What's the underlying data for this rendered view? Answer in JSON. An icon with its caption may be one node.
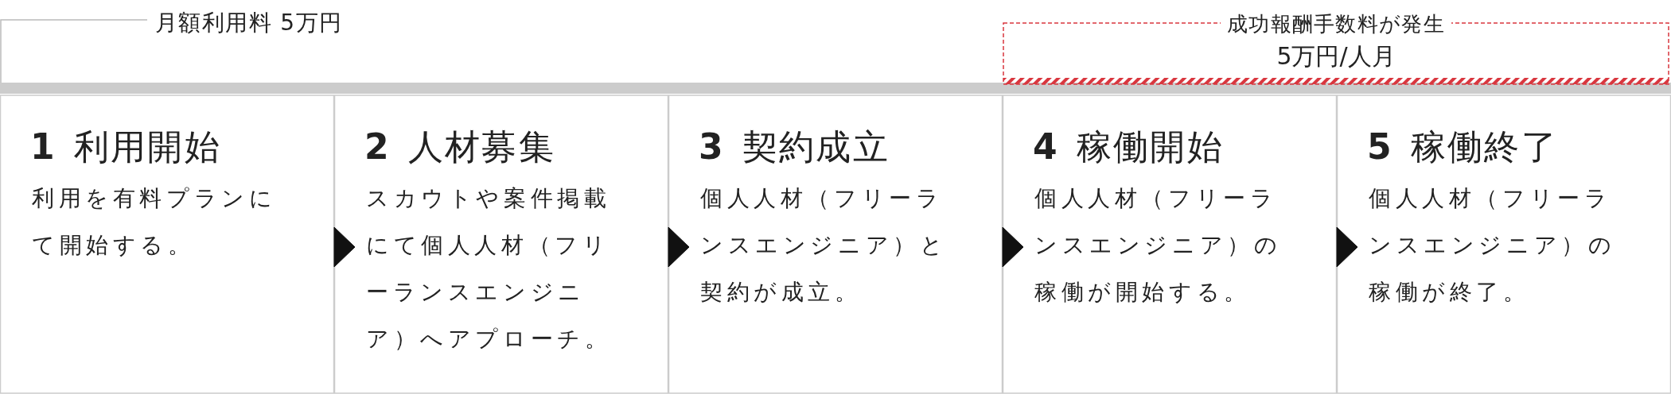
{
  "diagram": {
    "nodes": [
      {
        "text": [
          "**1** 利用開始",
          "利用を有料プランにて開始する。"
        ]
      },
      {
        "text": [
          "**2** 人材募集",
          "スカウトや案件掲載にて個人人材（フリーランスエンジニア）へアプローチ。"
        ]
      },
      {
        "text": [
          "**3** 契約成立",
          "個人人材（フリーランスエンジニア）と契約が成立。"
        ]
      },
      {
        "text": [
          "**4** 稼働開始",
          "個人人材（フリーランスエンジニア）の稼働が開始する。"
        ]
      },
      {
        "text": [
          "**5** 稼働終了",
          "個人人材（フリーランスエンジニア）の稼働が終了。"
        ]
      },
      {
        "text": [
          "成功報酬手数料が発生",
          "5万円/人月"
        ]
      }
    ],
    "edges": [
      {
        "from": 0,
        "to": 1,
        "arrow": "to"
      },
      {
        "from": 1,
        "to": 2,
        "arrow": "to"
      },
      {
        "from": 2,
        "to": 3,
        "arrow": "to"
      },
      {
        "from": 3,
        "to": 4,
        "arrow": "to"
      }
    ],
    "labels": [
      "月額利用料 5万円"
    ]
  }
}
